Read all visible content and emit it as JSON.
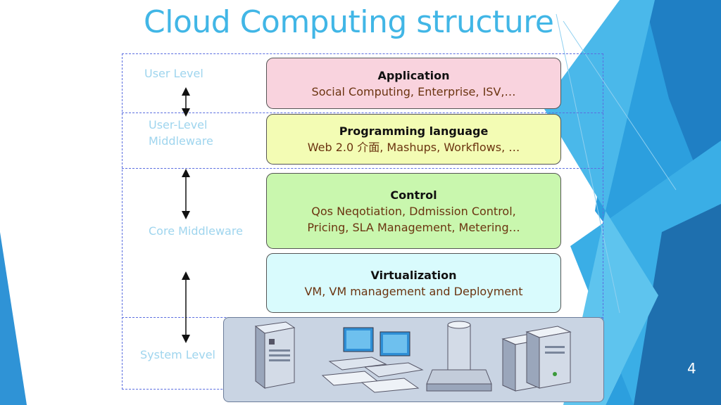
{
  "title": "Cloud Computing structure",
  "levels": {
    "user": "User Level",
    "user_middleware_line1": "User-Level",
    "user_middleware_line2": "Middleware",
    "core": "Core Middleware",
    "system": "System Level"
  },
  "boxes": {
    "application": {
      "heading": "Application",
      "text": "Social Computing, Enterprise, ISV,…"
    },
    "programming": {
      "heading": "Programming language",
      "text": "Web 2.0 介面, Mashups, Workflows, …"
    },
    "control": {
      "heading": "Control",
      "line1": "Qos Neqotiation, Ddmission Control,",
      "line2": "Pricing, SLA Management, Metering…"
    },
    "virtualization": {
      "heading": "Virtualization",
      "text": "VM, VM management and Deployment"
    }
  },
  "page_number": "4",
  "icons": [
    "server-tower-icon",
    "workstations-icon",
    "mainframe-icon",
    "server-pair-icon"
  ],
  "colors": {
    "title": "#41b6e6",
    "application_fill": "#f9d3de",
    "programming_fill": "#f3fcb4",
    "control_fill": "#c9f7ae",
    "virtualization_fill": "#d9fbfd",
    "accent_blue": "#1f7fc4"
  }
}
